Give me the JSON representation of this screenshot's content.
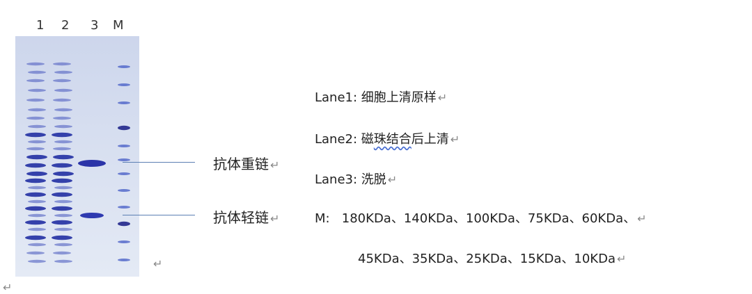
{
  "gel_header": {
    "lane1": "1",
    "lane2": "2",
    "lane3": "3",
    "marker": "M"
  },
  "labels": {
    "heavy_chain": "抗体重链",
    "light_chain": "抗体轻链"
  },
  "legend": {
    "lane1_key": "Lane1:",
    "lane1_text": "细胞上清原样",
    "lane2_key": "Lane2:",
    "lane2_text_a": "磁",
    "lane2_text_b": "珠结合",
    "lane2_text_c": "后上清",
    "lane3_key": "Lane3:",
    "lane3_text": "洗脱",
    "m_key": "M:",
    "m_text1": "180KDa、140KDa、100KDa、75KDa、60KDa、",
    "m_text2": "45KDa、35KDa、25KDa、15KDa、10KDa"
  },
  "paragraph_mark": "↵",
  "colors": {
    "gel_bg": "#dfe6f3",
    "band": "#2e3ea8",
    "pointer_line": "#5b7fb3"
  }
}
